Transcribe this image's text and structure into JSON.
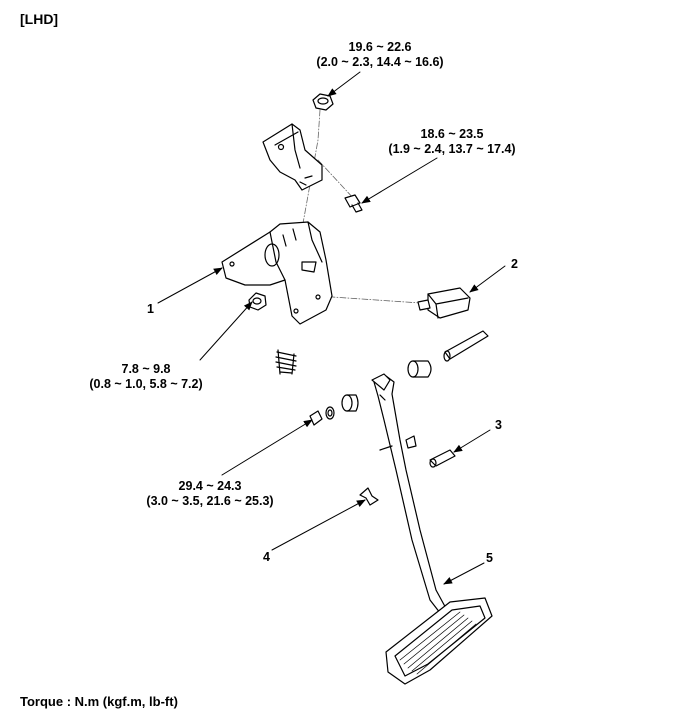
{
  "header": {
    "label": "[LHD]"
  },
  "footer": {
    "torque_unit": "Torque : N.m (kgf.m, lb-ft)"
  },
  "callouts": {
    "n1": "1",
    "n2": "2",
    "n3": "3",
    "n4": "4",
    "n5": "5"
  },
  "torques": {
    "nut_top": {
      "nm": "19.6 ~ 22.6",
      "alt": "(2.0 ~ 2.3, 14.4 ~ 16.6)"
    },
    "bolt_top": {
      "nm": "18.6 ~ 23.5",
      "alt": "(1.9 ~ 2.4, 13.7 ~ 17.4)"
    },
    "nut_mid": {
      "nm": "7.8 ~ 9.8",
      "alt": "(0.8 ~ 1.0, 5.8 ~ 7.2)"
    },
    "nut_pivot": {
      "nm": "29.4 ~ 24.3",
      "alt": "(3.0 ~ 3.5, 21.6 ~ 25.3)"
    }
  }
}
